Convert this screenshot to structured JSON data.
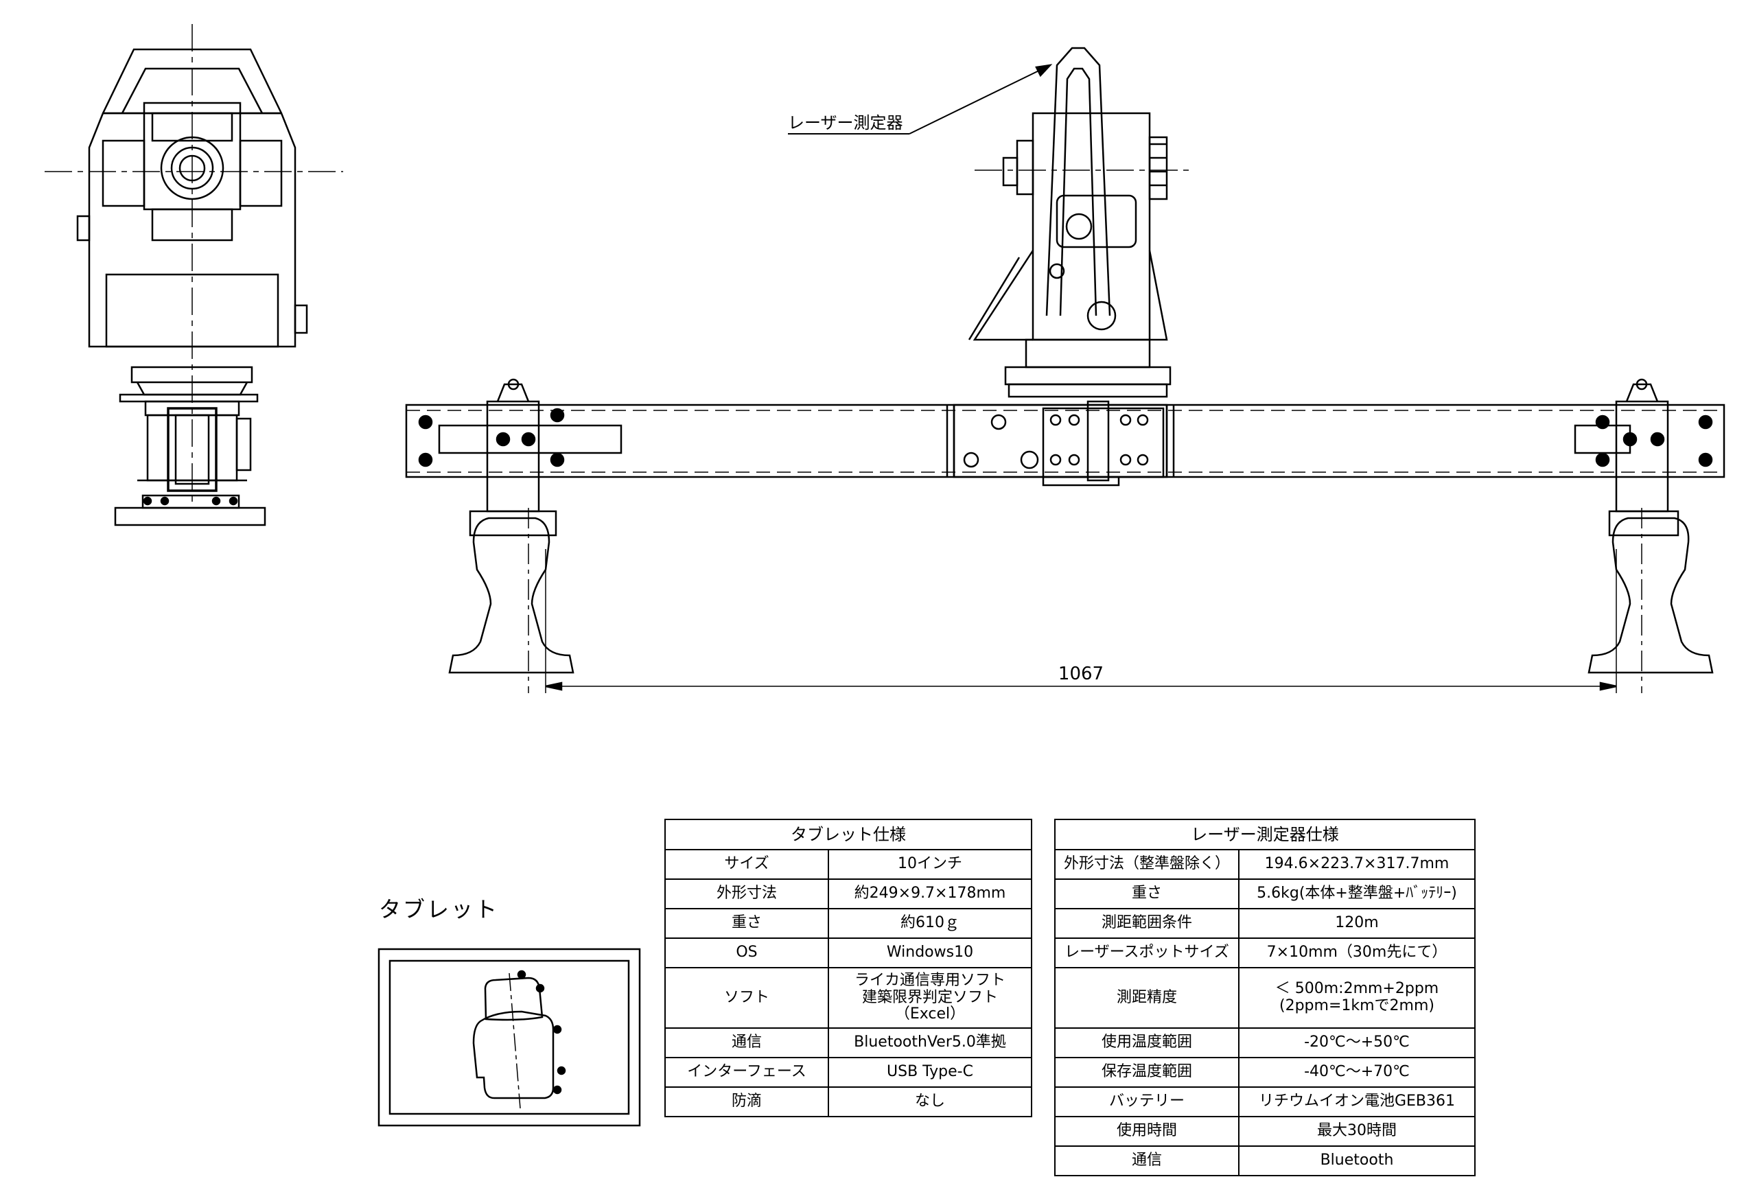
{
  "drawing": {
    "callout_label": "レーザー測定器",
    "dimension_label": "1067",
    "tablet_label": "タブレット"
  },
  "tablet_spec": {
    "title": "タブレット仕様",
    "rows": [
      {
        "key": "サイズ",
        "value": "10インチ"
      },
      {
        "key": "外形寸法",
        "value": "約249×9.7×178mm"
      },
      {
        "key": "重さ",
        "value": "約610ｇ"
      },
      {
        "key": "OS",
        "value": "Windows10"
      },
      {
        "key": "ソフト",
        "lines": [
          "ライカ通信専用ソフト",
          "建築限界判定ソフト",
          "（Excel）"
        ]
      },
      {
        "key": "通信",
        "value": "BluetoothVer5.0準拠"
      },
      {
        "key": "インターフェース",
        "value": "USB Type-C"
      },
      {
        "key": "防滴",
        "value": "なし"
      }
    ]
  },
  "laser_spec": {
    "title": "レーザー測定器仕様",
    "rows": [
      {
        "key": "外形寸法（整準盤除く）",
        "value": "194.6×223.7×317.7mm"
      },
      {
        "key": "重さ",
        "value": "5.6kg(本体+整準盤+ﾊﾞｯﾃﾘｰ)"
      },
      {
        "key": "測距範囲条件",
        "value": "120m"
      },
      {
        "key": "レーザースポットサイズ",
        "value": "7×10mm（30m先にて）"
      },
      {
        "key": "測距精度",
        "lines": [
          "＜ 500m:2mm+2ppm",
          "(2ppm=1kmで2mm)"
        ]
      },
      {
        "key": "使用温度範囲",
        "value": "-20℃～+50℃"
      },
      {
        "key": "保存温度範囲",
        "value": "-40℃～+70℃"
      },
      {
        "key": "バッテリー",
        "value": "リチウムイオン電池GEB361"
      },
      {
        "key": "使用時間",
        "value": "最大30時間"
      },
      {
        "key": "通信",
        "value": "Bluetooth"
      }
    ]
  }
}
